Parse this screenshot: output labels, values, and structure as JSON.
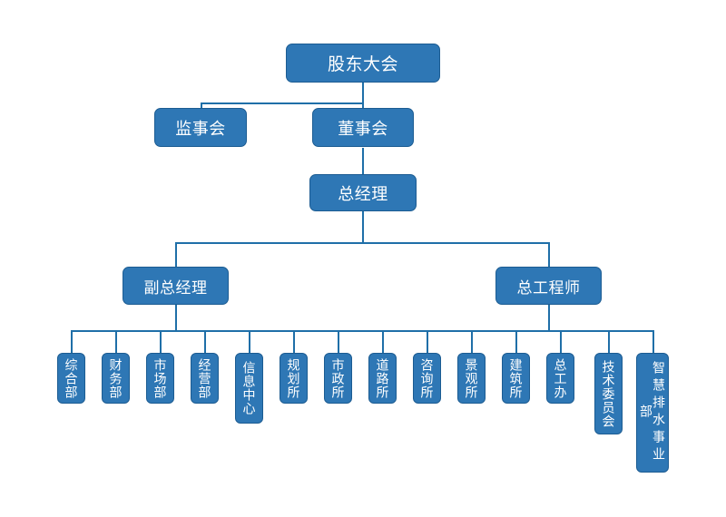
{
  "chart_data": {
    "type": "diagram",
    "diagram_kind": "organization-chart",
    "title": "",
    "orientation": "top-down",
    "colors": {
      "node_fill": "#2E77B5",
      "node_border": "#1C5C92",
      "connector": "#1F6FA8",
      "node_text": "#FFFFFF",
      "background": "#FFFFFF"
    },
    "levels": [
      {
        "level": 1,
        "nodes": [
          "股东大会"
        ]
      },
      {
        "level": 2,
        "nodes": [
          "监事会",
          "董事会"
        ]
      },
      {
        "level": 3,
        "nodes": [
          "总经理"
        ]
      },
      {
        "level": 4,
        "nodes": [
          "副总经理",
          "总工程师"
        ]
      },
      {
        "level": 5,
        "nodes": [
          "综合部",
          "财务部",
          "市场部",
          "经营部",
          "信息中心",
          "规划所",
          "市政所",
          "道路所",
          "咨询所",
          "景观所",
          "建筑所",
          "总工办",
          "技术委员会",
          "智慧排水事业部"
        ]
      }
    ],
    "edges": [
      {
        "from": "股东大会",
        "to": "监事会"
      },
      {
        "from": "股东大会",
        "to": "董事会"
      },
      {
        "from": "董事会",
        "to": "总经理"
      },
      {
        "from": "总经理",
        "to": "副总经理"
      },
      {
        "from": "总经理",
        "to": "总工程师"
      },
      {
        "from": "副总经理",
        "to": "departments-bus"
      },
      {
        "from": "总工程师",
        "to": "departments-bus"
      }
    ]
  },
  "nodes": {
    "shareholders_meeting": {
      "label": "股东大会"
    },
    "supervisory_board": {
      "label": "监事会"
    },
    "board_of_directors": {
      "label": "董事会"
    },
    "general_manager": {
      "label": "总经理"
    },
    "deputy_general_manager": {
      "label": "副总经理"
    },
    "chief_engineer": {
      "label": "总工程师"
    }
  },
  "departments": [
    {
      "label": "综合部"
    },
    {
      "label": "财务部"
    },
    {
      "label": "市场部"
    },
    {
      "label": "经营部"
    },
    {
      "label": "信息中心"
    },
    {
      "label": "规划所"
    },
    {
      "label": "市政所"
    },
    {
      "label": "道路所"
    },
    {
      "label": "咨询所"
    },
    {
      "label": "景观所"
    },
    {
      "label": "建筑所"
    },
    {
      "label": "总工办"
    },
    {
      "label": "技术委员会"
    },
    {
      "label": "智慧排水事业部"
    }
  ]
}
